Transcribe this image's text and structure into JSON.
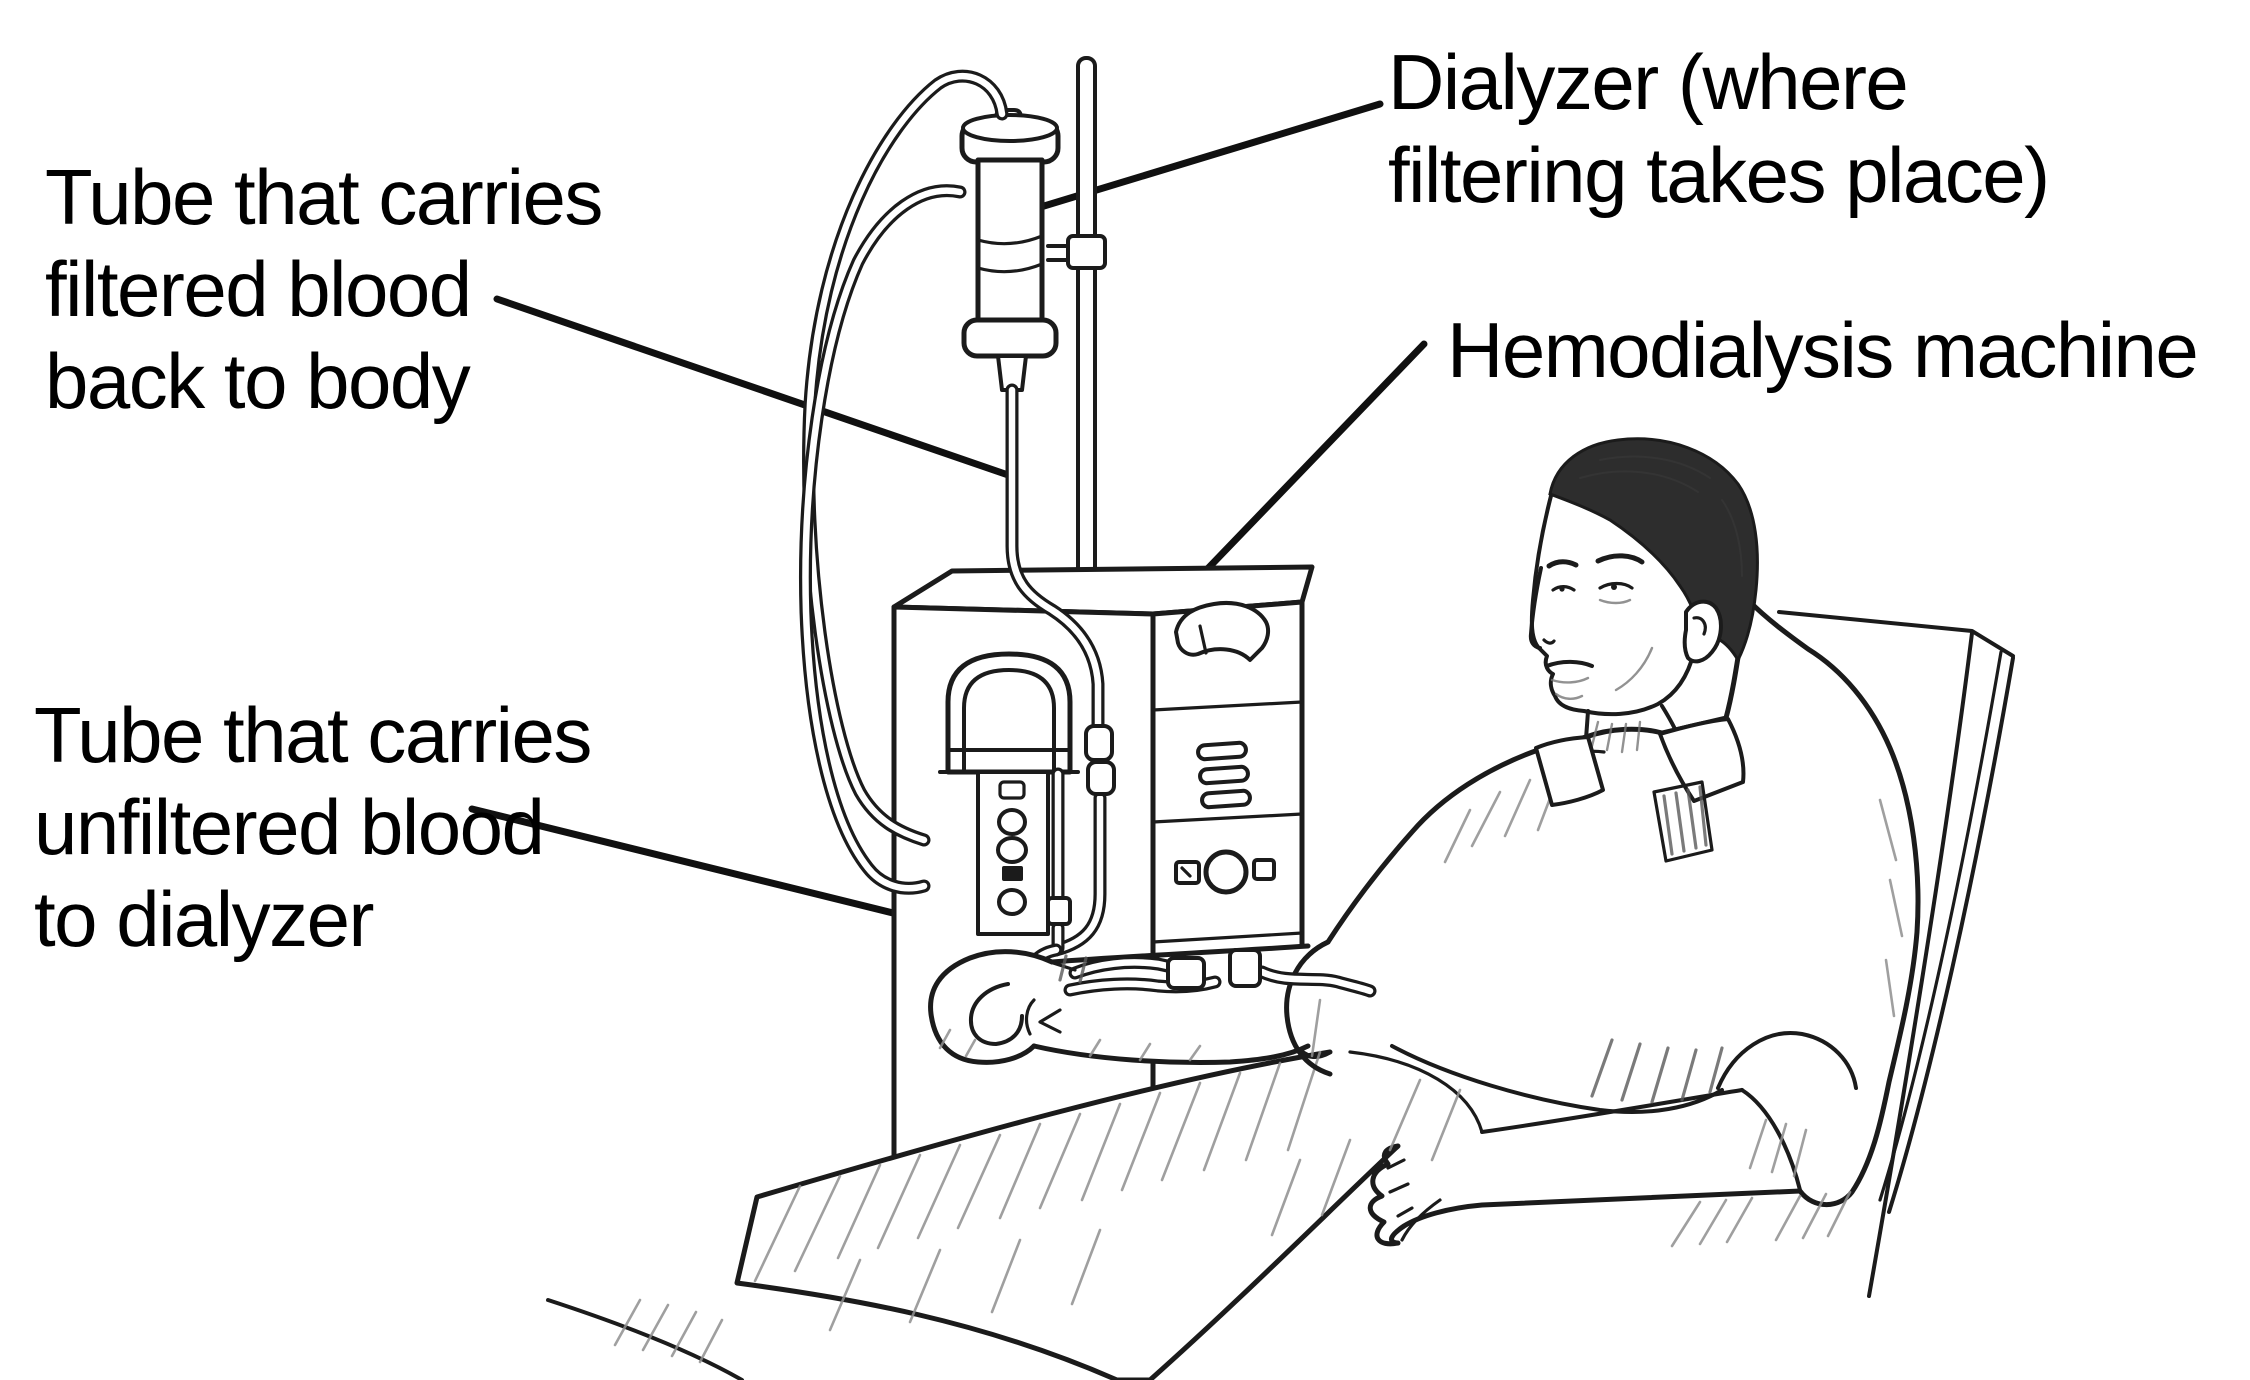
{
  "labels": {
    "filtered_tube": {
      "line1": "Tube that carries",
      "line2": "filtered blood",
      "line3": "back to body"
    },
    "unfiltered_tube": {
      "line1": "Tube that carries",
      "line2": "unfiltered blood",
      "line3": "to dialyzer"
    },
    "dialyzer": {
      "line1": "Dialyzer (where",
      "line2": "filtering takes place)"
    },
    "machine": {
      "line1": "Hemodialysis machine"
    }
  },
  "colors": {
    "background": "#ffffff",
    "ink": "#1b1b1b",
    "label_text": "#000000",
    "hair_fill": "#2d2d2d",
    "shading": "#8f8f8f"
  }
}
